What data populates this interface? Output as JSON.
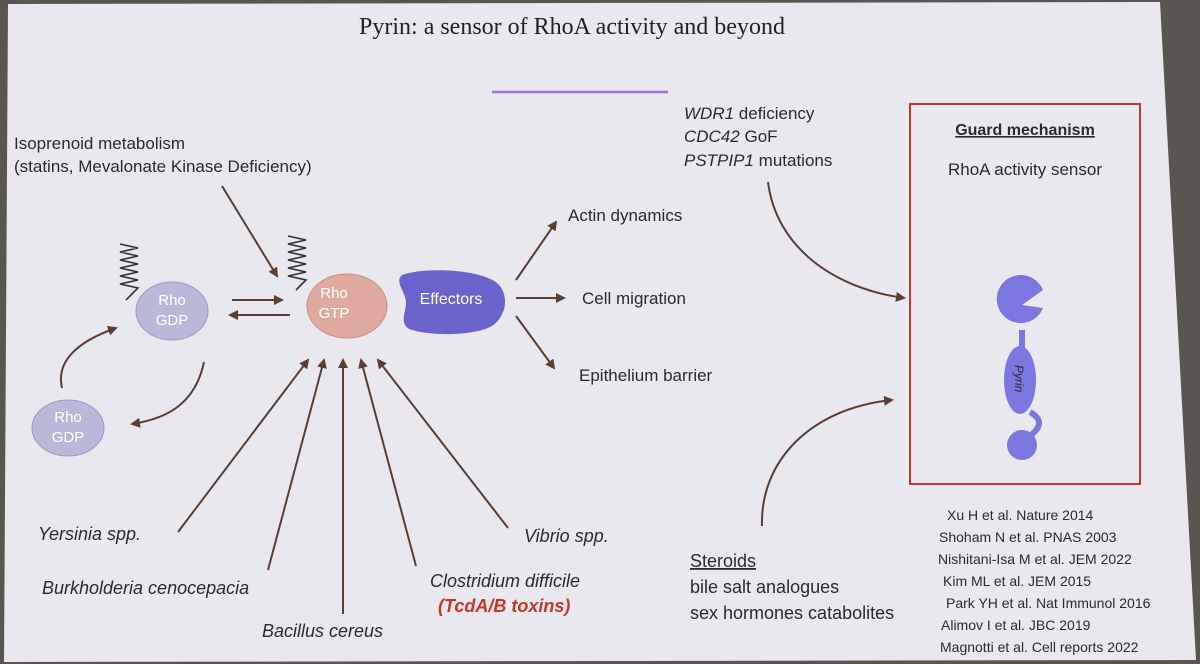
{
  "title": "Pyrin: a sensor of RhoA activity and beyond",
  "isoprenoid": {
    "line1": "Isoprenoid metabolism",
    "line2": "(statins, Mevalonate Kinase Deficiency)"
  },
  "mutations": [
    "WDR1",
    "deficiency",
    "CDC42",
    "GoF",
    "PSTPIP1",
    "mutations"
  ],
  "guard": {
    "heading": "Guard mechanism",
    "subtitle": "RhoA activity sensor",
    "pyrin_label": "Pyrin"
  },
  "rho_gdp_membrane": [
    "Rho",
    "GDP"
  ],
  "rho_gdp_cytosol": [
    "Rho",
    "GDP"
  ],
  "rho_gtp": [
    "Rho",
    "GTP"
  ],
  "effectors": "Effectors",
  "outputs": [
    "Actin dynamics",
    "Cell migration",
    "Epithelium barrier"
  ],
  "pathogens": {
    "yersinia": "Yersinia spp.",
    "burkholderia": "Burkholderia cenocepacia",
    "bacillus": "Bacillus cereus",
    "clostridium": "Clostridium difficile",
    "toxins": "(TcdA/B toxins)",
    "vibrio": "Vibrio spp."
  },
  "steroids": {
    "heading": "Steroids",
    "line1": "bile salt analogues",
    "line2": "sex hormones catabolites"
  },
  "references": [
    "Xu H et al. Nature 2014",
    "Shoham N et al. PNAS 2003",
    "Nishitani-Isa M et al. JEM 2022",
    "Kim ML et al. JEM 2015",
    "Park YH et al. Nat Immunol 2016",
    "Alimov I et al. JBC 2019",
    "Magnotti et al. Cell reports 2022"
  ],
  "colors": {
    "slide_bg": "#e9e8ee",
    "frame": "#5a5550",
    "arrow": "#5a3e34",
    "rho_gdp": "#b9b8d9",
    "rho_gtp": "#e0aaa0",
    "effectors": "#6a63cc",
    "pyrin": "#7b76e0",
    "guard_border": "#c0392b",
    "toxin_red": "#c0392b",
    "accent_line": "#a86ad8"
  }
}
